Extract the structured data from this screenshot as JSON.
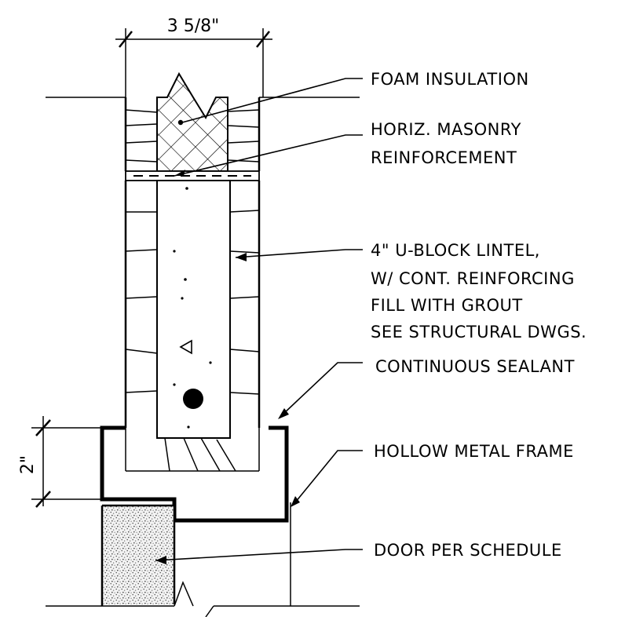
{
  "dimensions": {
    "width_label": "3 5/8\"",
    "height_label": "2\""
  },
  "notes": {
    "foam_insulation": "FOAM INSULATION",
    "horiz_masonry_line1": "HORIZ. MASONRY",
    "horiz_masonry_line2": "REINFORCEMENT",
    "lintel_line1": "4\" U-BLOCK LINTEL,",
    "lintel_line2": "W/ CONT. REINFORCING",
    "lintel_line3": "FILL WITH GROUT",
    "lintel_line4": "SEE STRUCTURAL DWGS.",
    "continuous_sealant": "CONTINUOUS SEALANT",
    "hollow_metal_frame": "HOLLOW METAL FRAME",
    "door_per_schedule": "DOOR PER SCHEDULE"
  }
}
